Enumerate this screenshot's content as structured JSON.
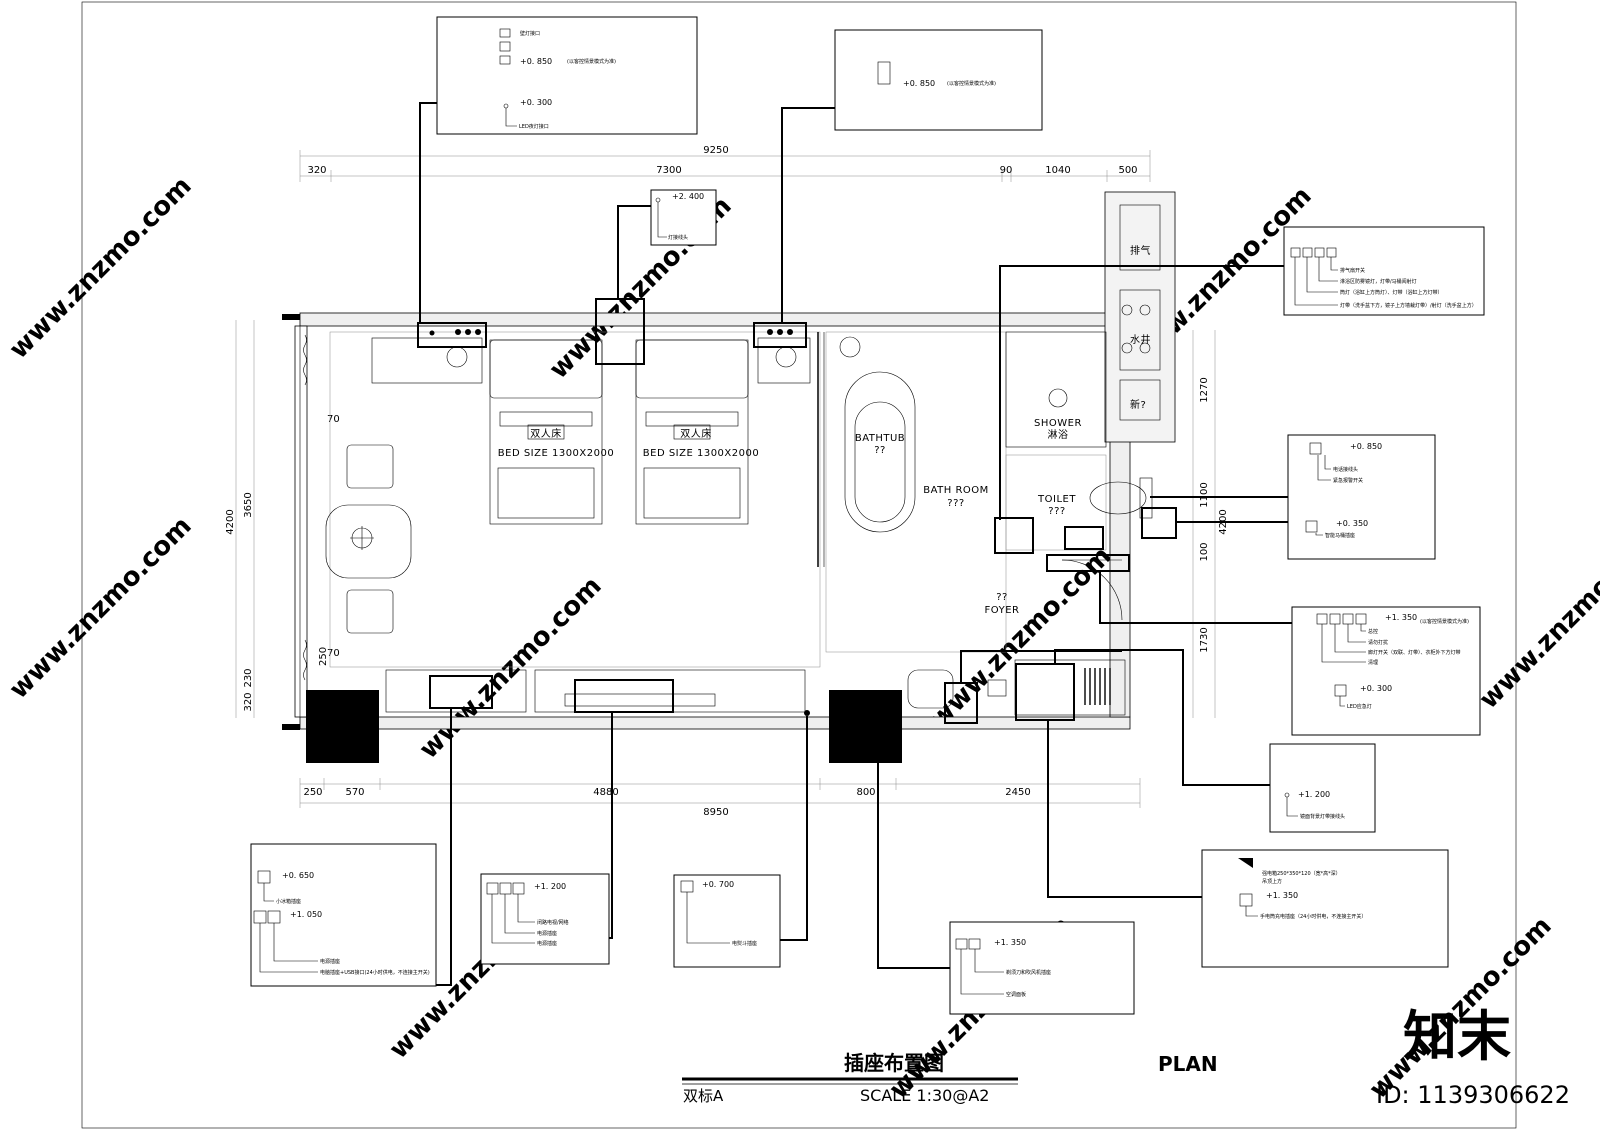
{
  "drawing": {
    "title_cn": "插座布置图",
    "title_en": "PLAN",
    "room_type": "双标A",
    "scale": "SCALE  1:30@A2",
    "watermark": "www.znzmo.com",
    "brand": "知末",
    "id_label": "ID: 1139306622"
  },
  "dimensions": {
    "top_total": "9250",
    "top_segments": [
      "320",
      "7300",
      "90",
      "1040",
      "500"
    ],
    "bottom_segments": [
      "250",
      "570",
      "4880",
      "800",
      "2450"
    ],
    "bottom_total": "8950",
    "left_outer": "4200",
    "left_inner": "3650",
    "left_small": [
      "320",
      "230"
    ],
    "right_segments": [
      "1270",
      "1100",
      "100",
      "1730"
    ],
    "right_total": "4200",
    "small_70_a": "70",
    "small_70_b": "70",
    "small_250": "250"
  },
  "rooms": {
    "bed_label_1": "双人床",
    "bed_label_2": "双人床",
    "bed_size_1": "BED SIZE 1300X2000",
    "bed_size_2": "BED SIZE 1300X2000",
    "bathtub": "BATHTUB",
    "bathtub_cn": "??",
    "bathroom": "BATH ROOM",
    "bathroom_cn": "???",
    "shower": "SHOWER",
    "shower_cn": "淋浴",
    "toilet": "TOILET",
    "toilet_cn": "???",
    "foyer": "FOYER",
    "foyer_cn": "??",
    "exhaust": "排气",
    "shaft": "水井",
    "fresh": "新?"
  },
  "callouts": {
    "c1": {
      "l1": "壁灯接口",
      "level": "+0. 850",
      "note": "(以客控情景模式为准)",
      "level2": "+0. 300",
      "l2": "LED夜灯接口"
    },
    "c2": {
      "level": "+0. 850",
      "note": "(以客控情景模式为准)"
    },
    "c3": {
      "level": "+2. 400",
      "l1": "灯接线头"
    },
    "c4": {
      "l1": "排气扇开关",
      "l2": "淋浴区防雾镜灯，灯带/马桶阅射灯",
      "l3": "筒灯（浴缸上方筒灯）、灯带（浴缸上方灯带）",
      "l4": "灯带（洗手盆下方，镜子上方墙裁灯带）/射灯（洗手盆上方）"
    },
    "c5": {
      "level": "+0. 850",
      "l1": "电话接线头",
      "l2": "紧急报警开关",
      "level2": "+0. 350",
      "l3": "智能马桶插座"
    },
    "c6": {
      "level": "+1. 350",
      "note": "(以客控情景模式为准)",
      "l1": "总控",
      "l2": "请勿打扰",
      "l3": "廊灯开关（双联、灯带）、衣柜外下方灯带",
      "l4": "清理",
      "level2": "+0. 300",
      "l5": "LED应急灯"
    },
    "c7": {
      "level": "+1. 200",
      "l1": "镜面背景灯带接线头"
    },
    "c8": {
      "l1": "强电箱250*350*120（宽*高*深）",
      "l1b": "吊顶上方",
      "level": "+1. 350",
      "l2": "手电筒充电插座（24小时供电，不连接主开关）"
    },
    "c9": {
      "level": "+1. 350",
      "l1": "剃须刀和吹风机插座",
      "l2": "空调面板"
    },
    "c10": {
      "level": "+0. 700",
      "l1": "电熨斗插座"
    },
    "c11": {
      "level": "+1. 200",
      "l1": "闭路电视/网络",
      "l2": "电源插座",
      "l3": "电源插座"
    },
    "c12": {
      "level": "+0. 650",
      "l1": "小冰箱插座",
      "level2": "+1. 050",
      "l2": "电源插座",
      "l3": "电脑插座+USB接口(24小时供电，不连接主开关)"
    }
  }
}
